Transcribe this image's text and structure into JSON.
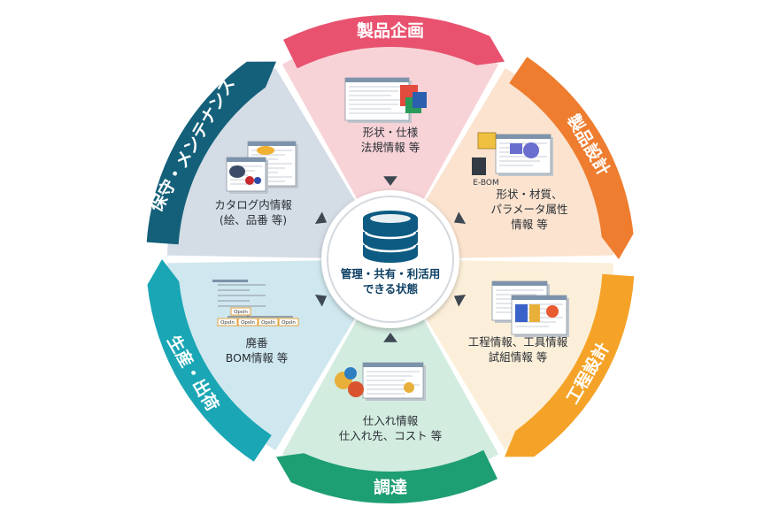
{
  "center": {
    "line1": "管理・共有・利活用",
    "line2": "できる状態",
    "icon": "database-icon"
  },
  "stages": [
    {
      "key": "planning",
      "title": "製品企画",
      "color": "#e8526e",
      "fill": "#f7d3d7",
      "lines": [
        "形状・仕様",
        "法規情報 等"
      ],
      "thumbnail": "document-files-icon"
    },
    {
      "key": "design",
      "title": "製品設計",
      "color": "#ee7d2f",
      "fill": "#fbe3cf",
      "lines": [
        "形状・材質、",
        "パラメータ属性",
        "情報 等"
      ],
      "thumbnail": "cad-bom-icon",
      "thumb_label": "E-BOM"
    },
    {
      "key": "process",
      "title": "工程設計",
      "color": "#f5a328",
      "fill": "#fcefd9",
      "lines": [
        "工程情報、工具情報",
        "試組情報 等"
      ],
      "thumbnail": "process-sheet-icon"
    },
    {
      "key": "procurement",
      "title": "調達",
      "color": "#1e9e73",
      "fill": "#d3ece0",
      "lines": [
        "仕入れ情報",
        "仕入れ先、コスト 等"
      ],
      "thumbnail": "currency-icon"
    },
    {
      "key": "production",
      "title": "生産・出荷",
      "color": "#1aa6b5",
      "fill": "#cfe7ee",
      "lines": [
        "廃番",
        "BOM情報 等"
      ],
      "thumbnail": "bom-tree-icon",
      "thumb_tags": [
        "OpsIn",
        "OpsIn",
        "OpsIn",
        "OpsIn",
        "OpsIn"
      ]
    },
    {
      "key": "maintenance",
      "title": "保守・メンテナンス",
      "color": "#14607a",
      "fill": "#d4dce6",
      "lines": [
        "カタログ内情報",
        "(絵、品番 等)"
      ],
      "thumbnail": "catalog-icon"
    }
  ]
}
